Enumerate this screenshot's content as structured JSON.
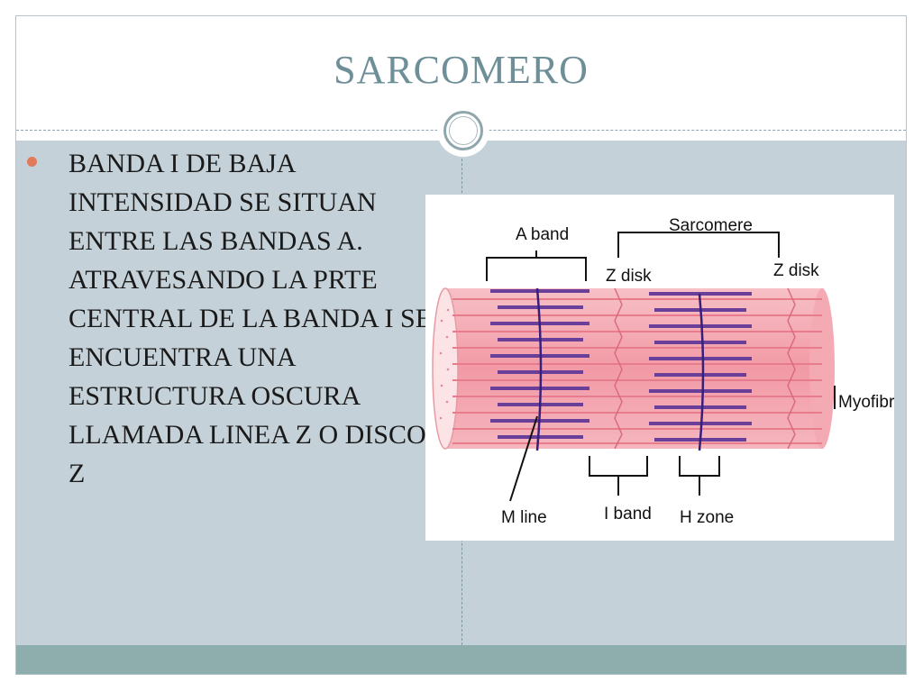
{
  "slide": {
    "title": "SARCOMERO",
    "bullet": "BANDA I DE BAJA INTENSIDAD SE SITUAN ENTRE LAS BANDAS A. ATRAVESANDO LA PRTE CENTRAL DE LA BANDA I SE ENCUENTRA UNA ESTRUCTURA OSCURA LLAMADA LINEA Z O DISCO Z"
  },
  "diagram": {
    "labels": {
      "a_band": "A band",
      "sarcomere": "Sarcomere",
      "z_disk_left": "Z disk",
      "z_disk_right": "Z disk",
      "myofibril": "Myofibril",
      "m_line": "M line",
      "i_band": "I band",
      "h_zone": "H zone"
    }
  },
  "colors": {
    "title": "#6f8f98",
    "content_bg": "#c5d1d8",
    "footer": "#8eadad",
    "bullet": "#e07a5b",
    "fiber": "#f2a0aa",
    "filament_dark": "#6a3f9a"
  }
}
